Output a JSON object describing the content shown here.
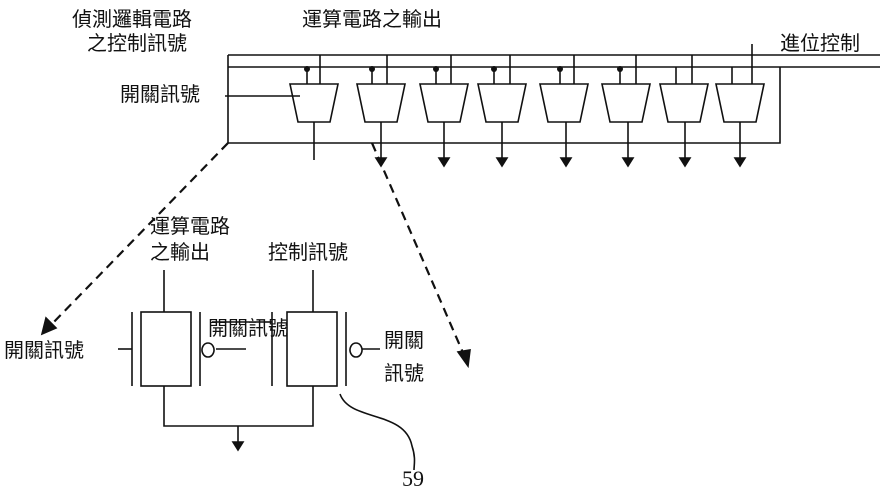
{
  "labels": {
    "detect_logic_line1": "偵測邏輯電路",
    "detect_logic_line2": "之控制訊號",
    "op_circuit_output_top": "運算電路之輸出",
    "carry_control": "進位控制",
    "switch_signal_top": "開關訊號",
    "op_circuit_line1": "運算電路",
    "op_circuit_line2": "之輸出",
    "control_signal": "控制訊號",
    "switch_signal_left": "開關訊號",
    "switch_signal_middle": "開關訊號",
    "switch_signal_right_line1": "開關",
    "switch_signal_right_line2": "訊號",
    "ref_number": "59"
  }
}
